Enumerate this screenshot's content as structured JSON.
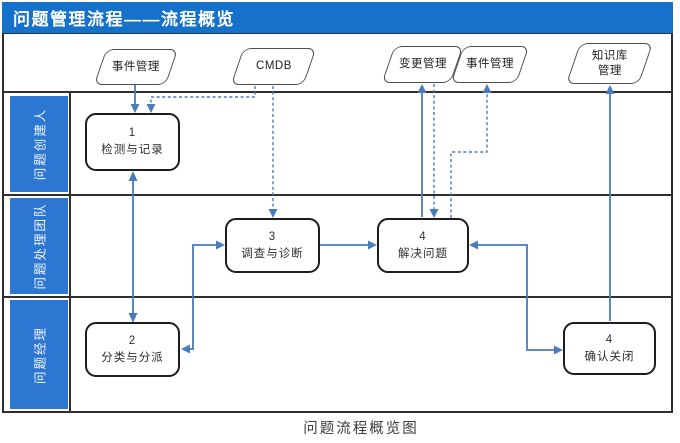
{
  "title": "问题管理流程——流程概览",
  "caption": "问题流程概览图",
  "external_shapes": [
    {
      "id": "incident-mgmt-1",
      "label": "事件管理"
    },
    {
      "id": "cmdb",
      "label": "CMDB"
    },
    {
      "id": "change-mgmt",
      "label": "变更管理"
    },
    {
      "id": "incident-mgmt-2",
      "label": "事件管理"
    },
    {
      "id": "knowledge-base",
      "label": "知识库管理"
    }
  ],
  "lanes": [
    {
      "label": "问题创建人"
    },
    {
      "label": "问题处理团队"
    },
    {
      "label": "问题经理"
    }
  ],
  "steps": [
    {
      "number": "1",
      "label": "检测与记录"
    },
    {
      "number": "2",
      "label": "分类与分派"
    },
    {
      "number": "3",
      "label": "调查与诊断"
    },
    {
      "number": "4",
      "label": "解决问题"
    },
    {
      "number": "4",
      "label": "确认关闭"
    }
  ],
  "colors": {
    "title_bar": "#1571c9",
    "lane_label": "#2d76d2",
    "connector": "#4a7cbd",
    "box_border": "#1d1d1d",
    "grid_line": "#2f2f2f"
  }
}
